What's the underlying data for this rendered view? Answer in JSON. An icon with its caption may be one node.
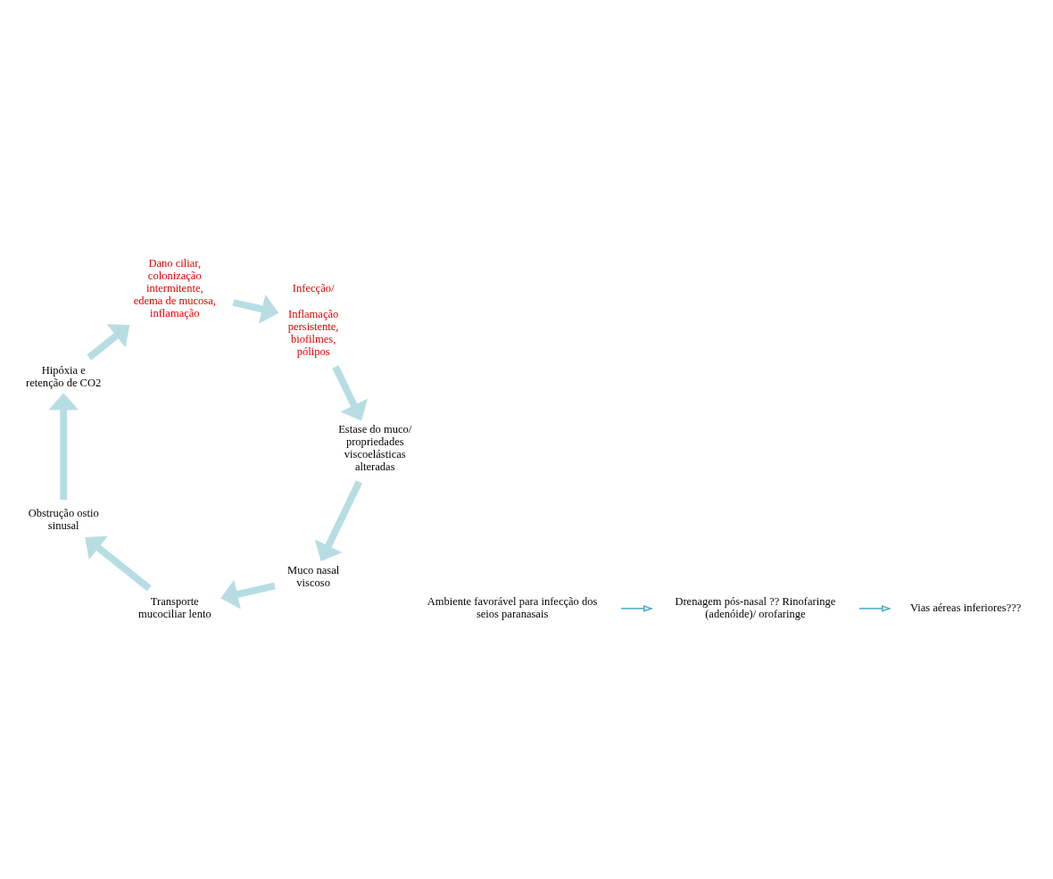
{
  "diagram": {
    "nodes": [
      {
        "text": [
          "Muco nasal viscoso"
        ]
      },
      {
        "text": [
          "Transporte mucociliar lento"
        ]
      },
      {
        "text": [
          "Obstrução ostio sinusal"
        ]
      },
      {
        "text": [
          "Hipóxia e retenção de CO2"
        ]
      },
      {
        "text": [
          "Dano ciliar, colonização intermitente, edema de mucosa, inflamação"
        ]
      },
      {
        "text": [
          "Infecção/",
          "Inflamação persistente, biofilmes, pólipos"
        ]
      },
      {
        "text": [
          "Estase do muco/ propriedades viscoelásticas alteradas"
        ]
      },
      {
        "text": [
          "Ambiente favorável para infecção dos seios paranasais"
        ]
      },
      {
        "text": [
          "Drenagem pós-nasal ?? Rinofaringe (adenóide)/ orofaringe"
        ]
      },
      {
        "text": [
          "Vias aéreas inferiores???"
        ]
      }
    ],
    "edges": [
      {
        "from": 0,
        "to": 1,
        "arrow": "to"
      },
      {
        "from": 1,
        "to": 2,
        "arrow": "to"
      },
      {
        "from": 2,
        "to": 3,
        "arrow": "to"
      },
      {
        "from": 3,
        "to": 4,
        "arrow": "to"
      },
      {
        "from": 4,
        "to": 5,
        "arrow": "to"
      },
      {
        "from": 5,
        "to": 6,
        "arrow": "to"
      },
      {
        "from": 6,
        "to": 0,
        "arrow": "to"
      },
      {
        "from": 7,
        "to": 8,
        "arrow": "to",
        "color": "#4bacc6"
      },
      {
        "from": 8,
        "to": 9,
        "arrow": "to",
        "color": "#4bacc6"
      }
    ]
  }
}
